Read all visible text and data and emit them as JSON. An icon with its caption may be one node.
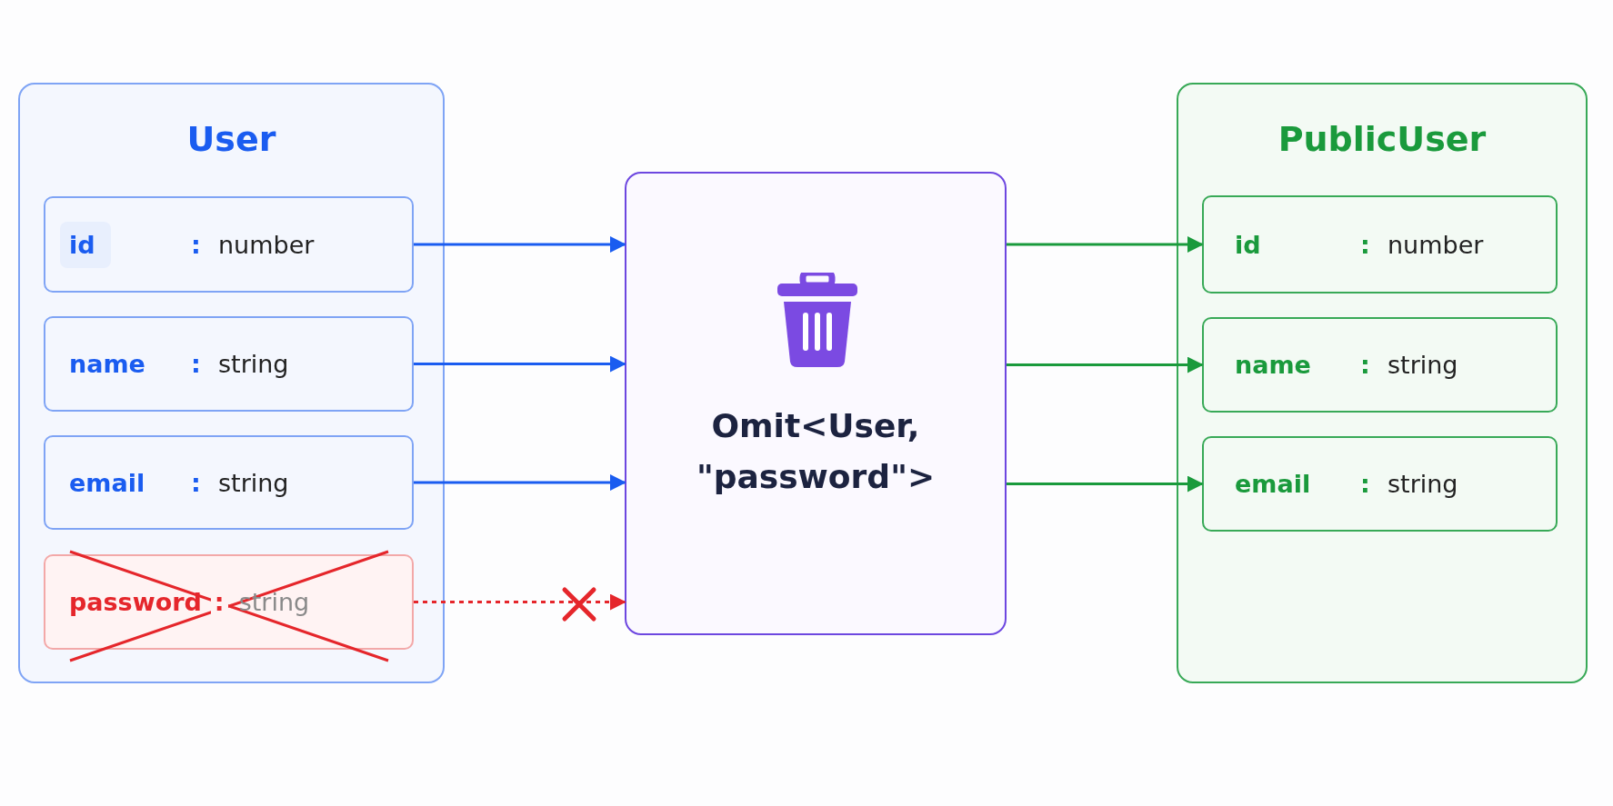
{
  "diagram": {
    "nodes": [
      {
        "text": [
          "User"
        ]
      },
      {
        "text": [
          "id",
          ":",
          "number"
        ],
        "in": 0
      },
      {
        "text": [
          "name",
          ":",
          "string"
        ],
        "in": 0
      },
      {
        "text": [
          "email",
          ":",
          "string"
        ],
        "in": 0
      },
      {
        "text": [
          "password",
          ":",
          "string"
        ],
        "in": 0
      },
      {
        "text": [
          "Omit<User, \"password\">"
        ]
      },
      {
        "text": [
          "PublicUser"
        ]
      },
      {
        "text": [
          "id",
          ":",
          "number"
        ],
        "in": 6
      },
      {
        "text": [
          "name",
          ":",
          "string"
        ],
        "in": 6
      },
      {
        "text": [
          "email",
          ":",
          "string"
        ],
        "in": 6
      }
    ],
    "edges": [
      {
        "from": 1,
        "to": 5,
        "arrow": "to"
      },
      {
        "from": 2,
        "to": 5,
        "arrow": "to"
      },
      {
        "from": 3,
        "to": 5,
        "arrow": "to"
      },
      {
        "from": 4,
        "to": 5,
        "arrow": "to",
        "style": "dashed",
        "color": "#e5262b"
      },
      {
        "from": 5,
        "to": 7,
        "arrow": "to",
        "color": "#1a9a3c"
      },
      {
        "from": 5,
        "to": 8,
        "arrow": "to",
        "color": "#1a9a3c"
      },
      {
        "from": 5,
        "to": 9,
        "arrow": "to",
        "color": "#1a9a3c"
      }
    ]
  }
}
